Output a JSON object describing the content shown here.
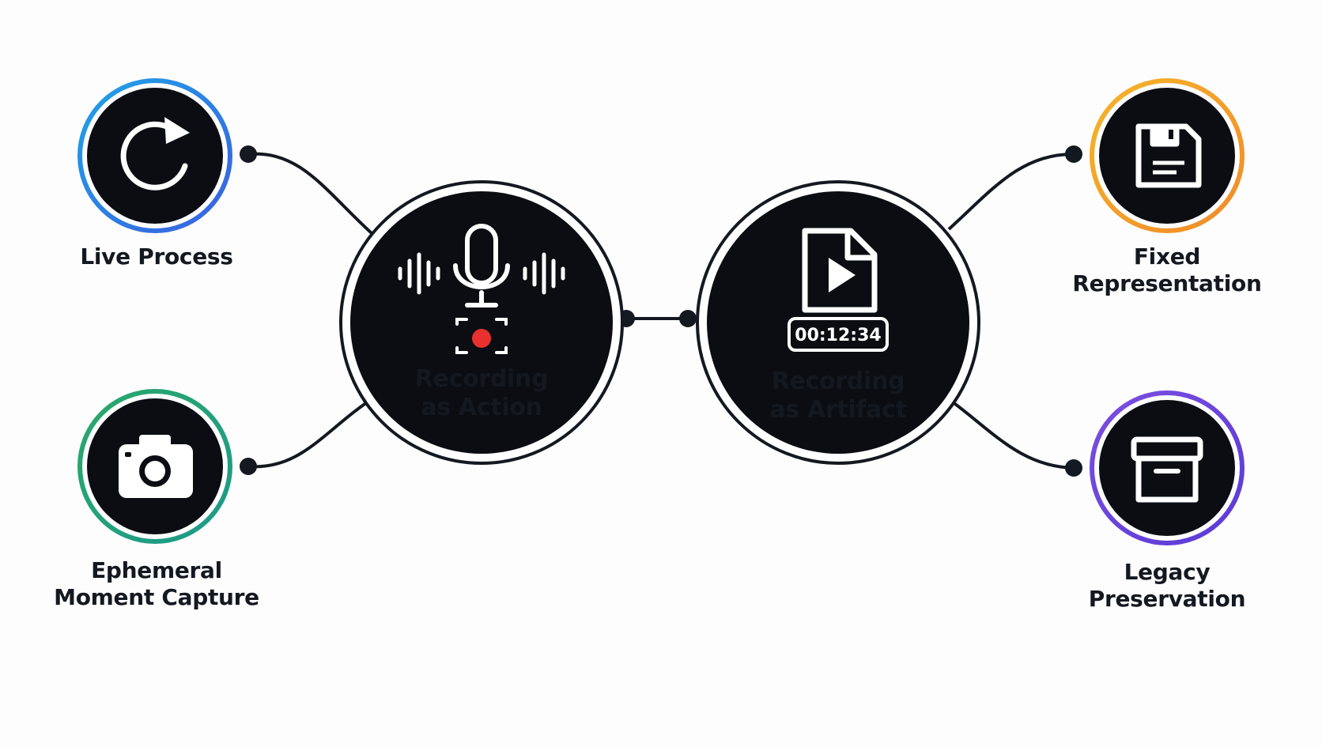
{
  "center": {
    "action": {
      "line1": "Recording",
      "line2": "as Action"
    },
    "artifact": {
      "line1": "Recording",
      "line2": "as Artifact",
      "timer": "00:12:34"
    }
  },
  "left": {
    "top": {
      "line1": "Live Process",
      "icon": "refresh-icon",
      "ring": [
        "#1fa3e6",
        "#3a5fe0"
      ]
    },
    "bottom": {
      "line1": "Ephemeral",
      "line2": "Moment Capture",
      "icon": "camera-icon",
      "ring": [
        "#2aa86a",
        "#1d9a8a"
      ]
    }
  },
  "right": {
    "top": {
      "line1": "Fixed",
      "line2": "Representation",
      "icon": "floppy-disk-icon",
      "ring": [
        "#f5b52a",
        "#f08a2a"
      ]
    },
    "bottom": {
      "line1": "Legacy",
      "line2": "Preservation",
      "icon": "archive-box-icon",
      "ring": [
        "#7b4fe0",
        "#5a3ad6"
      ]
    }
  },
  "colors": {
    "node_fill": "#0b0d12",
    "line": "#141820",
    "record_dot": "#e8312e"
  }
}
